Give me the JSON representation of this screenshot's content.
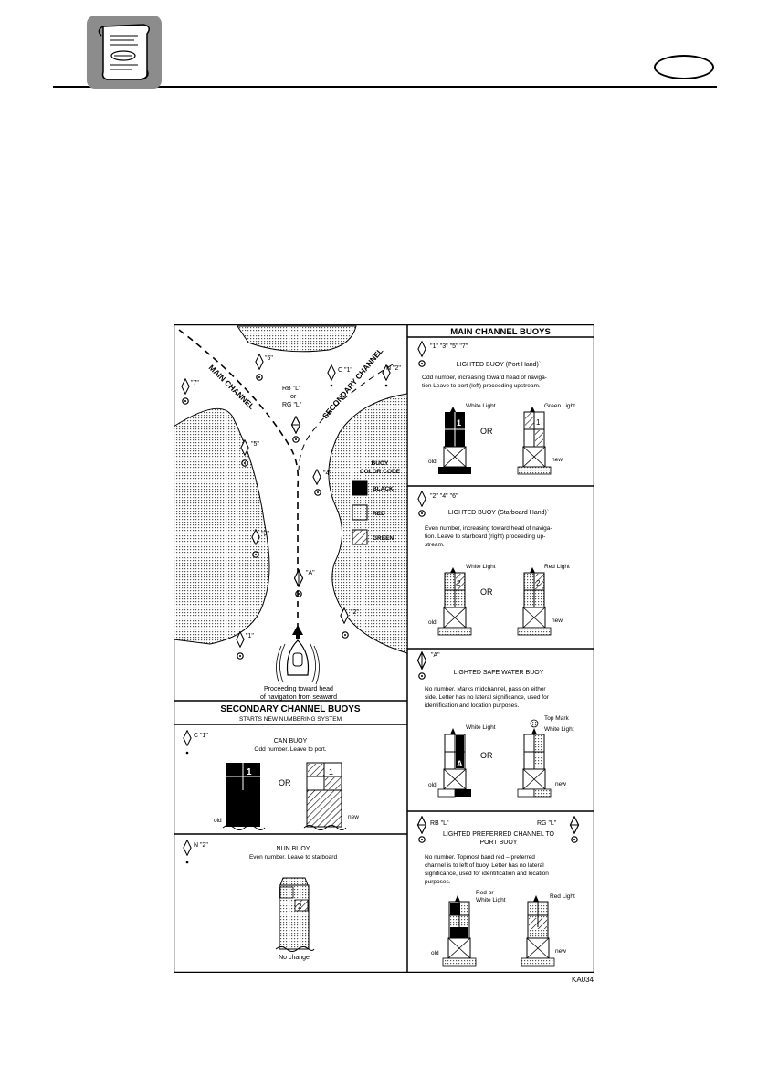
{
  "figure": {
    "code": "KA034",
    "map": {
      "main_channel_label": "MAIN CHANNEL",
      "secondary_channel_label": "SECONDARY CHANNEL",
      "buoy_labels": {
        "b6": "\"6\"",
        "b7": "\"7\"",
        "b5": "\"5\"",
        "b4": "\"4\"",
        "b3": "\"3\"",
        "bA": "\"A\"",
        "b2": "\"2\"",
        "b1": "\"1\"",
        "c1": "C \"1\"",
        "n2": "N \"2\""
      },
      "preferred_label_1": "RB \"L\"",
      "preferred_label_or": "or",
      "preferred_label_2": "RG \"L\"",
      "color_code": {
        "title_1": "BUOY",
        "title_2": "COLOR CODE",
        "items": [
          "BLACK",
          "RED",
          "GREEN"
        ]
      },
      "caption_1": "Proceeding toward head",
      "caption_2": "of navigation from seaward"
    },
    "secondary": {
      "title": "SECONDARY CHANNEL BUOYS",
      "subtitle": "STARTS NEW NUMBERING SYSTEM",
      "can": {
        "label": "C \"1\"",
        "title": "CAN BUOY",
        "desc": "Odd number.  Leave to port.",
        "or": "OR",
        "old": "old",
        "new": "new",
        "num": "1"
      },
      "nun": {
        "label": "N  \"2\"",
        "title": "NUN BUOY",
        "desc": "Even number.  Leave to starboard",
        "note": "No change",
        "num": "2"
      }
    },
    "main": {
      "title": "MAIN CHANNEL BUOYS",
      "port": {
        "labels": "\"1\"  \"3\"  \"5\"  \"7\"",
        "title": "LIGHTED BUOY (Port Hand)`",
        "desc_1": "Odd number, increasing toward head of naviga-",
        "desc_2": "tion Leave to port (left) proceeding upstream.",
        "light_left": "White Light",
        "light_right": "Green Light",
        "or": "OR",
        "old": "old",
        "new": "new",
        "num": "1"
      },
      "starboard": {
        "labels": "\"2\"  \"4\"  \"6\"",
        "title": "LIGHTED BUOY (Starboard Hand)`",
        "desc_1": "Even number, increasing toward head of naviga-",
        "desc_2": "tion.  Leave to  starboard  (right) proceeding up-",
        "desc_3": "stream.",
        "light_left": "White Light",
        "light_right": "Red Light",
        "or": "OR",
        "old": "old",
        "new": "new",
        "num": "2"
      },
      "safe_water": {
        "label": "\"A\"",
        "title": "LIGHTED SAFE WATER BUOY",
        "desc_1": "No  number.  Marks midchannel, pass on  either",
        "desc_2": "side.  Letter has no lateral significance, used for",
        "desc_3": "identification and location purposes.",
        "top_mark": "Top Mark",
        "light_left": "White Light",
        "light_right": "White Light",
        "or": "OR",
        "old": "old",
        "new": "new",
        "num": "A"
      },
      "preferred": {
        "label_left": "RB  \"L\"",
        "label_right": "RG  \"L\"",
        "title_1": "LIGHTED PREFERRED CHANNEL TO",
        "title_2": "PORT BUOY",
        "desc_1": "No  number.  Topmost band red – preferred",
        "desc_2": "channel is to left of buoy.  Letter has no lateral",
        "desc_3": "significance, used for identification and location",
        "desc_4": "purposes.",
        "light_left_1": "Red or",
        "light_left_2": "White Light",
        "light_right": "Red Light",
        "old": "old",
        "new": "new"
      }
    }
  }
}
